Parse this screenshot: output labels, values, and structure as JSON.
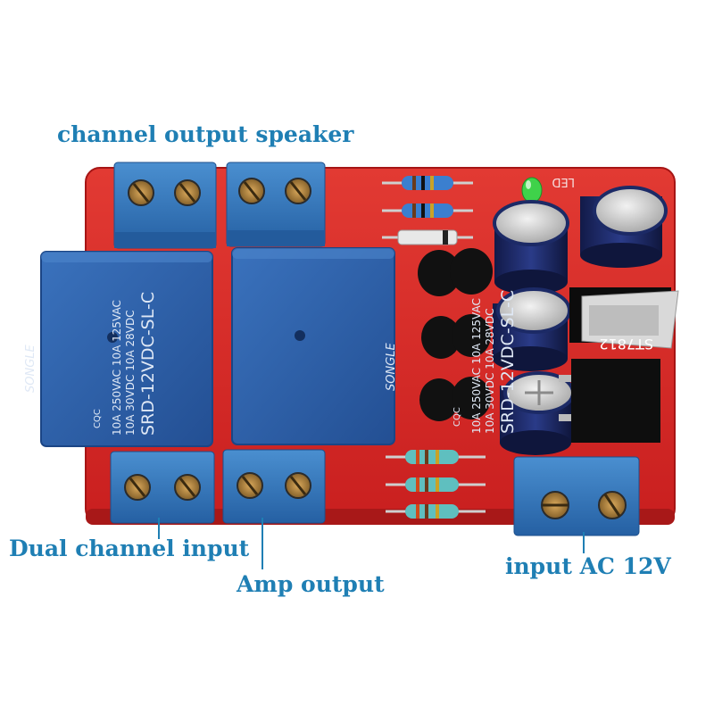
{
  "labels": {
    "top": "channel output speaker",
    "dual_input": "Dual channel input",
    "amp_output": "Amp output",
    "ac_input": "input AC 12V"
  },
  "relays": [
    {
      "brand": "SONGLE",
      "line1": "10A 250VAC  10A 125VAC",
      "line2": "10A  30VDC  10A  28VDC",
      "model": "SRD-12VDC-SL-C",
      "cqc": "CQC"
    },
    {
      "brand": "SONGLE",
      "line1": "10A 250VAC  10A 125VAC",
      "line2": "10A  30VDC  10A  28VDC",
      "model": "SRD-12VDC-SL-C",
      "cqc": "CQC"
    }
  ],
  "board": {
    "led_mark": "LED",
    "regulator_mark": "ST7812"
  },
  "colors": {
    "label_text": "#1f7fb4",
    "pcb": "#d42424",
    "relay": "#2a5ea8",
    "terminal": "#2f74b8",
    "capacitor": "#1c2a66"
  }
}
